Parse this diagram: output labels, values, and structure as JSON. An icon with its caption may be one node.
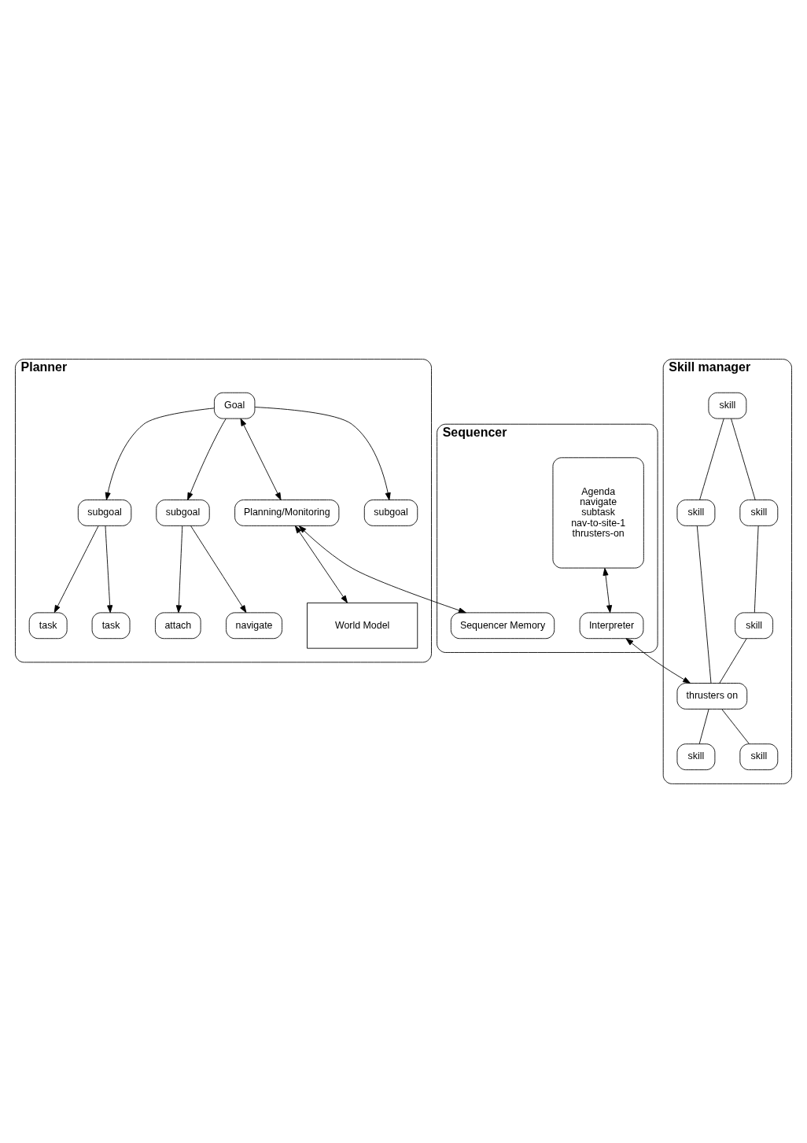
{
  "diagram": {
    "nodes": [
      {
        "text": [
          "Planner"
        ]
      },
      {
        "text": [
          "Goal"
        ],
        "in": 0
      },
      {
        "text": [
          "Planning/Monitoring"
        ],
        "in": 0
      },
      {
        "text": [
          "subgoal"
        ],
        "in": 0
      },
      {
        "text": [
          "subgoal"
        ],
        "in": 0
      },
      {
        "text": [
          "subgoal"
        ],
        "in": 0
      },
      {
        "text": [
          "task"
        ],
        "in": 0
      },
      {
        "text": [
          "task"
        ],
        "in": 0
      },
      {
        "text": [
          "navigate"
        ],
        "in": 0
      },
      {
        "text": [
          "attach"
        ],
        "in": 0
      },
      {
        "text": [
          "World Model"
        ],
        "in": 0
      },
      {
        "text": [
          "Sequencer"
        ]
      },
      {
        "text": [
          "Agenda",
          "navigate",
          "subtask",
          "nav-to-site-1",
          "thrusters-on"
        ],
        "in": 11
      },
      {
        "text": [
          "Sequencer Memory"
        ],
        "in": 11
      },
      {
        "text": [
          "Interpreter"
        ],
        "in": 11
      },
      {
        "text": [
          "Skill manager"
        ]
      },
      {
        "text": [
          "skill"
        ],
        "in": 15
      },
      {
        "text": [
          "skill"
        ],
        "in": 15
      },
      {
        "text": [
          "skill"
        ],
        "in": 15
      },
      {
        "text": [
          "skill"
        ],
        "in": 15
      },
      {
        "text": [
          "thrusters on"
        ],
        "in": 15
      },
      {
        "text": [
          "skill"
        ],
        "in": 15
      },
      {
        "text": [
          "skill"
        ],
        "in": 15
      }
    ],
    "edges": [
      {
        "from": 1,
        "to": 2,
        "arrow": "both"
      },
      {
        "from": 1,
        "to": 3,
        "arrow": "to"
      },
      {
        "from": 1,
        "to": 4,
        "arrow": "to"
      },
      {
        "from": 1,
        "to": 5,
        "arrow": "to"
      },
      {
        "from": 3,
        "to": 6,
        "arrow": "to"
      },
      {
        "from": 3,
        "to": 7,
        "arrow": "to"
      },
      {
        "from": 4,
        "to": 8,
        "arrow": "to"
      },
      {
        "from": 4,
        "to": 9,
        "arrow": "to"
      },
      {
        "from": 2,
        "to": 10,
        "arrow": "both"
      },
      {
        "from": 2,
        "to": 13,
        "arrow": "both"
      },
      {
        "from": 12,
        "to": 14,
        "arrow": "both"
      },
      {
        "from": 14,
        "to": 20,
        "arrow": "both"
      },
      {
        "from": 16,
        "to": 17,
        "arrow": "none"
      },
      {
        "from": 16,
        "to": 18,
        "arrow": "none"
      },
      {
        "from": 18,
        "to": 19,
        "arrow": "none"
      },
      {
        "from": 17,
        "to": 20,
        "arrow": "none"
      },
      {
        "from": 19,
        "to": 20,
        "arrow": "none"
      },
      {
        "from": 20,
        "to": 21,
        "arrow": "none"
      },
      {
        "from": 20,
        "to": 22,
        "arrow": "none"
      }
    ]
  }
}
